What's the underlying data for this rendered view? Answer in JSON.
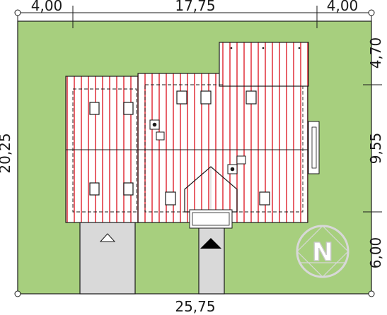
{
  "site_plan": {
    "colors": {
      "lot": "#a7cf7e",
      "roof": "#e23a45",
      "roof_fill": "#ffffff",
      "driveway": "#d9d9d9",
      "outline": "#1a1a1a",
      "compass": "#d8d8d8"
    },
    "dimensions": {
      "top_left": "4,00",
      "top_middle": "17,75",
      "top_right": "4,00",
      "bottom": "25,75",
      "left": "20,25",
      "right_top": "4,70",
      "right_middle": "9,55",
      "right_bottom": "6,00"
    },
    "compass_letter": "N",
    "icons": {
      "driveway_arrow": "triangle-outline-icon",
      "entrance_arrow": "triangle-filled-icon",
      "compass": "north-compass-icon"
    }
  }
}
